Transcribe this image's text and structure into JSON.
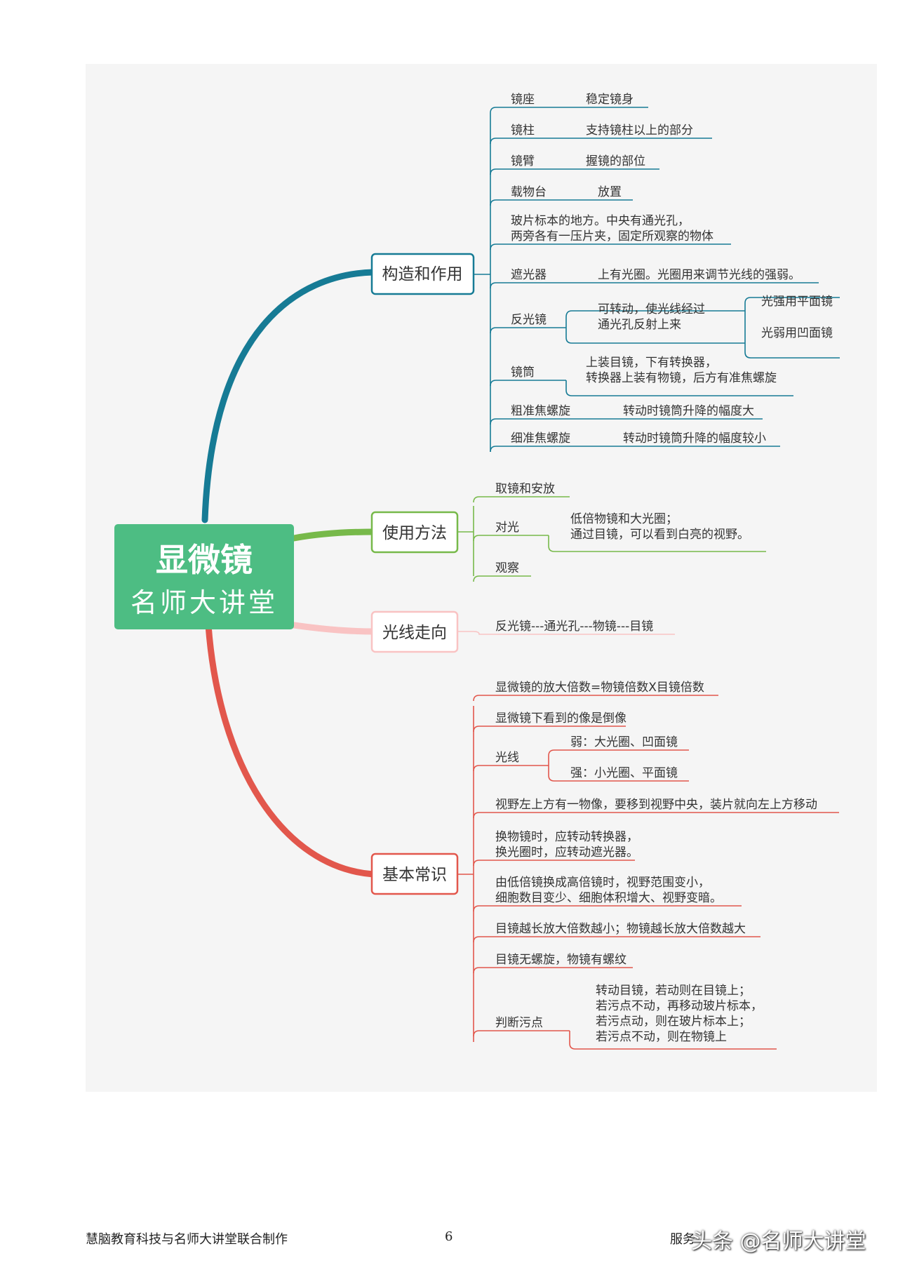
{
  "center": {
    "title": "显微镜",
    "subtitle": "名师大讲堂",
    "color": "#4dbd83"
  },
  "branches": [
    {
      "id": "structure",
      "label": "构造和作用",
      "color": "#167b95",
      "lines": [
        {
          "key": "jingzuo",
          "a": "镜座",
          "b": "稳定镜身"
        },
        {
          "key": "jingzhu",
          "a": "镜柱",
          "b": "支持镜柱以上的部分"
        },
        {
          "key": "jingbi",
          "a": "镜臂",
          "b": "握镜的部位"
        },
        {
          "key": "zaiwutai",
          "a": "载物台",
          "b": "放置",
          "c": [
            "玻片标本的地方。中央有通光孔，",
            "两旁各有一压片夹，固定所观察的物体"
          ]
        },
        {
          "key": "zheguangqi",
          "a": "遮光器",
          "b": "上有光圈。光圈用来调节光线的强弱。"
        },
        {
          "key": "fanguangjing",
          "a": "反光镜",
          "b": [
            "可转动，使光线经过",
            "通光孔反射上来"
          ],
          "c": [
            "光强用平面镜",
            "光弱用凹面镜"
          ]
        },
        {
          "key": "jingtong",
          "a": "镜筒",
          "b": [
            "上装目镜，下有转换器，",
            "转换器上装有物镜，后方有准焦螺旋"
          ]
        },
        {
          "key": "cuzhunjiao",
          "a": "粗准焦螺旋",
          "b": "转动时镜筒升降的幅度大"
        },
        {
          "key": "xizhunjiao",
          "a": "细准焦螺旋",
          "b": "转动时镜筒升降的幅度较小"
        }
      ]
    },
    {
      "id": "usage",
      "label": "使用方法",
      "color": "#77b94a",
      "lines": [
        {
          "key": "qujing",
          "a": "取镜和安放"
        },
        {
          "key": "duiguang",
          "a": "对光",
          "b": [
            "低倍物镜和大光圈；",
            "通过目镜，可以看到白亮的视野。"
          ]
        },
        {
          "key": "guancha",
          "a": "观察"
        }
      ]
    },
    {
      "id": "lightpath",
      "label": "光线走向",
      "color": "#f9c3c3",
      "lines": [
        {
          "key": "path",
          "a": "反光镜---通光孔---物镜---目镜"
        }
      ]
    },
    {
      "id": "basics",
      "label": "基本常识",
      "color": "#e2574c",
      "lines": [
        {
          "key": "fangda",
          "a": "显微镜的放大倍数=物镜倍数X目镜倍数"
        },
        {
          "key": "daoxiang",
          "a": "显微镜下看到的像是倒像"
        },
        {
          "key": "guangxian",
          "a": "光线",
          "b": [
            "弱：大光圈、凹面镜",
            "强：小光圈、平面镜"
          ]
        },
        {
          "key": "yidong",
          "a": "视野左上方有一物像，要移到视野中央，装片就向左上方移动"
        },
        {
          "key": "huanwujing",
          "a": [
            "换物镜时，应转动转换器，",
            "换光圈时，应转动遮光器。"
          ]
        },
        {
          "key": "gaobei",
          "a": [
            "由低倍镜换成高倍镜时，视野范围变小，",
            "细胞数目变少、细胞体积增大、视野变暗。"
          ]
        },
        {
          "key": "changduan",
          "a": "目镜越长放大倍数越小；物镜越长放大倍数越大"
        },
        {
          "key": "luoxuan",
          "a": "目镜无螺旋，物镜有螺纹"
        },
        {
          "key": "wudian",
          "a": "判断污点",
          "b": [
            "转动目镜，若动则在目镜上；",
            "若污点不动，再移动玻片标本，",
            "若污点动，则在玻片标本上；",
            "若污点不动，则在物镜上"
          ]
        }
      ]
    }
  ],
  "footer": {
    "left": "慧脑教育科技与名师大讲堂联合制作",
    "page": "6",
    "right": "服务",
    "watermark": "头条 @名师大讲堂"
  }
}
